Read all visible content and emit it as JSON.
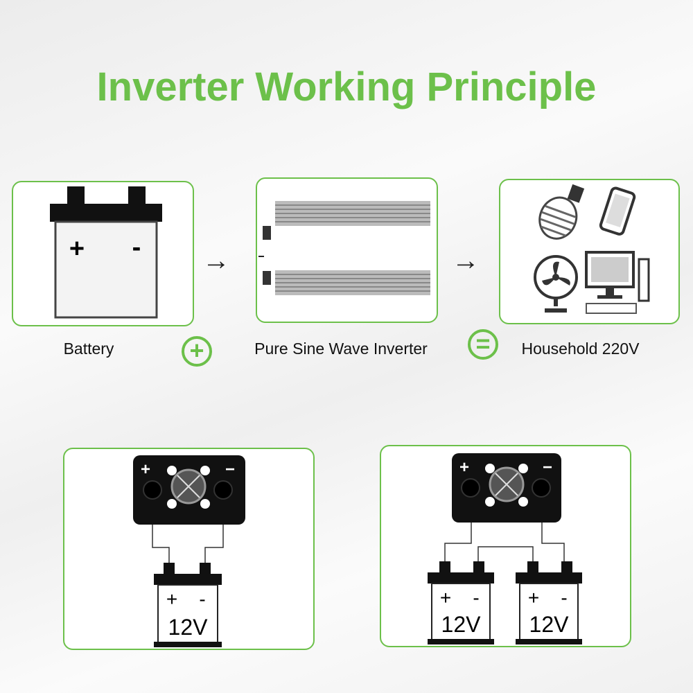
{
  "title": "Inverter Working Principle",
  "flow": {
    "battery_label": "Battery",
    "inverter_label": "Pure Sine Wave Inverter",
    "household_label": "Household 220V",
    "plus_symbol": "+",
    "equals_symbol": "=",
    "arrow": "→",
    "battery_plus": "+",
    "battery_minus": "-"
  },
  "wiring": {
    "inverter_plus": "+",
    "inverter_minus": "−",
    "battery_plus": "+",
    "battery_minus": "-",
    "battery_voltage": "12V"
  },
  "colors": {
    "accent": "#6cc04a"
  }
}
